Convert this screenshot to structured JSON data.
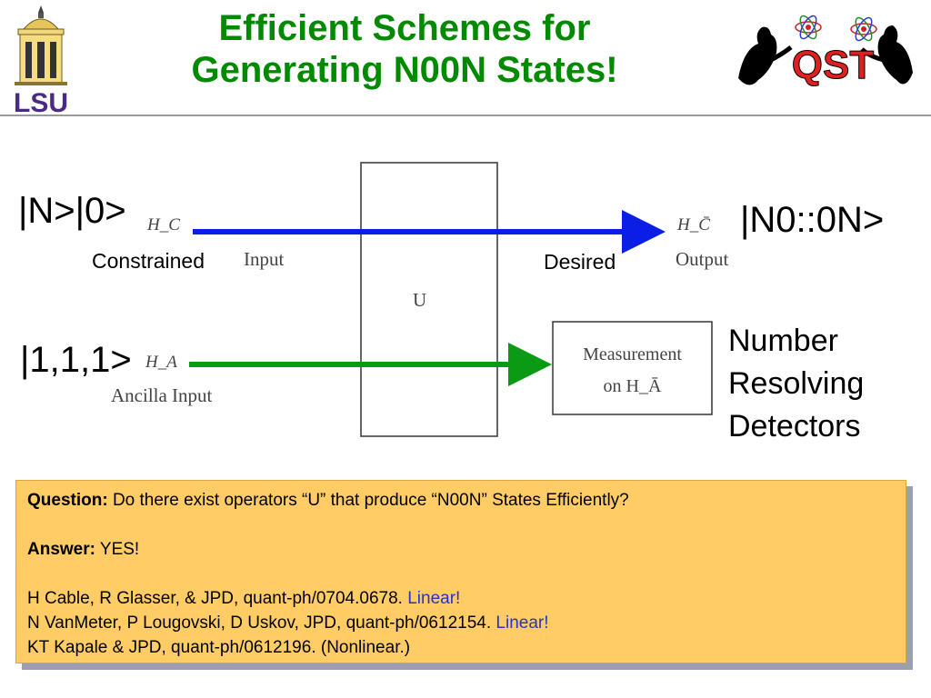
{
  "title_line1": "Efficient Schemes for",
  "title_line2": "Generating N00N States!",
  "logo_left": "LSU",
  "logo_right": "QST",
  "diagram": {
    "input_state": "|N>|0>",
    "input_label": "Constrained",
    "input_space": "H_C",
    "input_text": "Input",
    "output_state": "|N0::0N>",
    "output_label": "Desired",
    "output_space": "H_C̄",
    "output_text": "Output",
    "operator": "U",
    "ancilla_state": "|1,1,1>",
    "ancilla_space": "H_A",
    "ancilla_text": "Ancilla Input",
    "measure_line1": "Measurement",
    "measure_line2": "on H_Ā",
    "detectors_line1": "Number",
    "detectors_line2": "Resolving",
    "detectors_line3": "Detectors",
    "colors": {
      "input_arrow": "#0a1ee6",
      "ancilla_arrow": "#0a9a14"
    }
  },
  "box": {
    "question_label": "Question:",
    "question_text": " Do there exist operators “U” that produce “N00N” States Efficiently?",
    "answer_label": "Answer:",
    "answer_text": " YES!",
    "ref1_text": "H Cable, R Glasser, & JPD, quant-ph/0704.0678. ",
    "ref1_tag": "Linear!",
    "ref2_text": "N VanMeter, P Lougovski, D Uskov, JPD, quant-ph/0612154. ",
    "ref2_tag": "Linear!",
    "ref3_text": "KT Kapale & JPD, quant-ph/0612196. (Nonlinear.)",
    "background": "#ffcc66"
  }
}
